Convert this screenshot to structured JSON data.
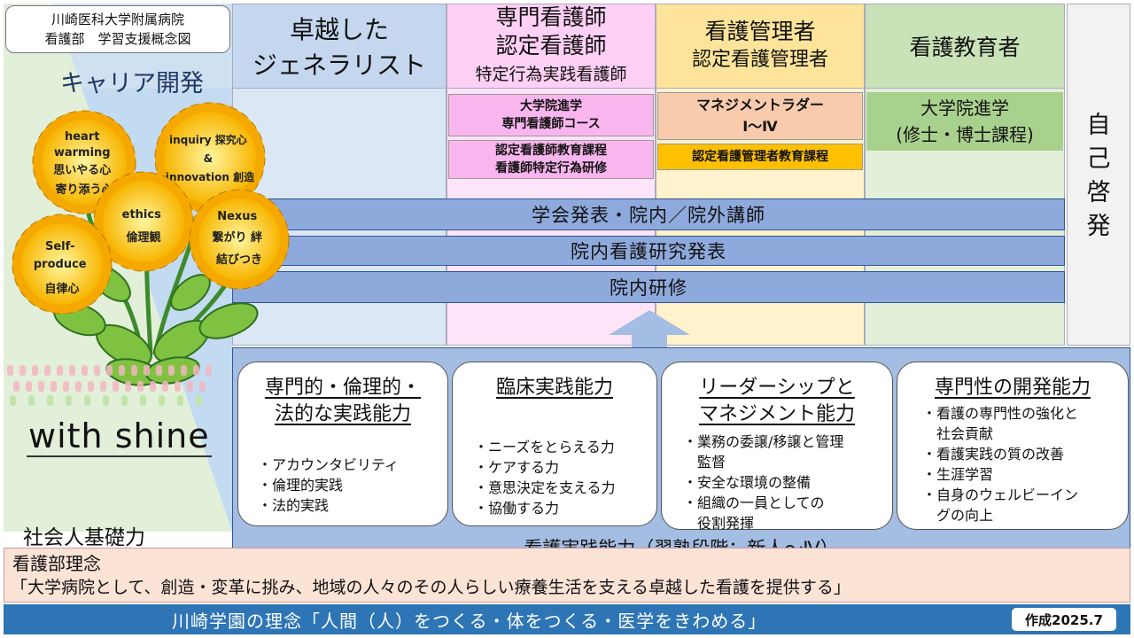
{
  "title_box": {
    "line1": "川崎医科大学附属病院",
    "line2": "看護部　学習支援概念図"
  },
  "career_label": "キャリア開発",
  "columns": [
    {
      "id": "generalist",
      "title": [
        "卓越した",
        "ジェネラリスト"
      ],
      "color": "#c5d7ee"
    },
    {
      "id": "specialist",
      "title": [
        "専門看護師",
        "認定看護師"
      ],
      "subtitle": "特定行為実践看護師",
      "color": "#ffd0f5"
    },
    {
      "id": "manager",
      "title": [
        "看護管理者"
      ],
      "subtitle": "認定看護管理者",
      "color": "#fee49a"
    },
    {
      "id": "educator",
      "title": [
        "看護教育者"
      ],
      "color": "#c9e2b8"
    }
  ],
  "specialist_boxes": [
    [
      "大学院進学",
      "専門看護師コース"
    ],
    [
      "認定看護師教育課程",
      "看護師特定行為研修"
    ]
  ],
  "manager_boxes": [
    [
      "マネジメントラダー",
      "Ⅰ～Ⅳ"
    ],
    [
      "認定看護管理者教育課程"
    ]
  ],
  "educator_box": [
    "大学院進学",
    "(修士・博士課程)"
  ],
  "self_development": [
    "自",
    "己",
    "啓",
    "発"
  ],
  "bars": [
    "学会発表・院内／院外講師",
    "院内看護研究発表",
    "院内研修"
  ],
  "flowers": [
    {
      "lines": [
        "heart",
        "warming",
        "思いやる心",
        "寄り添う心"
      ]
    },
    {
      "lines": [
        "inquiry 探究心",
        "&",
        "innovation 創造"
      ]
    },
    {
      "lines": [
        "ethics",
        "倫理観"
      ]
    },
    {
      "lines": [
        "Nexus",
        "繋がり 絆",
        "結びつき"
      ]
    },
    {
      "lines": [
        "Self-",
        "produce",
        "自律心"
      ]
    }
  ],
  "with_shine": "with shine",
  "shakaijin": "社会人基礎力",
  "competencies": [
    {
      "title": [
        "専門的・倫理的・",
        "法的な実践能力"
      ],
      "items": [
        "・アカウンタビリティ",
        "・倫理的実践",
        "・法的実践"
      ]
    },
    {
      "title": [
        "臨床実践能力"
      ],
      "items": [
        "・ニーズをとらえる力",
        "・ケアする力",
        "・意思決定を支える力",
        "・協働する力"
      ]
    },
    {
      "title": [
        "リーダーシップと",
        "マネジメント能力"
      ],
      "items": [
        "・業務の委譲/移譲と管理",
        "　監督",
        "・安全な環境の整備",
        "・組織の一員としての",
        "　役割発揮"
      ]
    },
    {
      "title": [
        "専門性の開発能力"
      ],
      "items": [
        "・看護の専門性の強化と",
        "　社会貢献",
        "・看護実践の質の改善",
        "・生涯学習",
        "・自身のウェルビーイン",
        "　グの向上"
      ]
    }
  ],
  "practice_label": "看護実践能力（習熟段階：新人～Ⅳ）",
  "philosophy": {
    "label": "看護部理念",
    "text": "「大学病院として、創造・変革に挑み、地域の人々のその人らしい療養生活を支える卓越した看護を提供する」"
  },
  "gakuen": "川崎学園の理念「人間（人）をつくる・体をつくる・医学をきわめる」",
  "created": "作成2025.7"
}
